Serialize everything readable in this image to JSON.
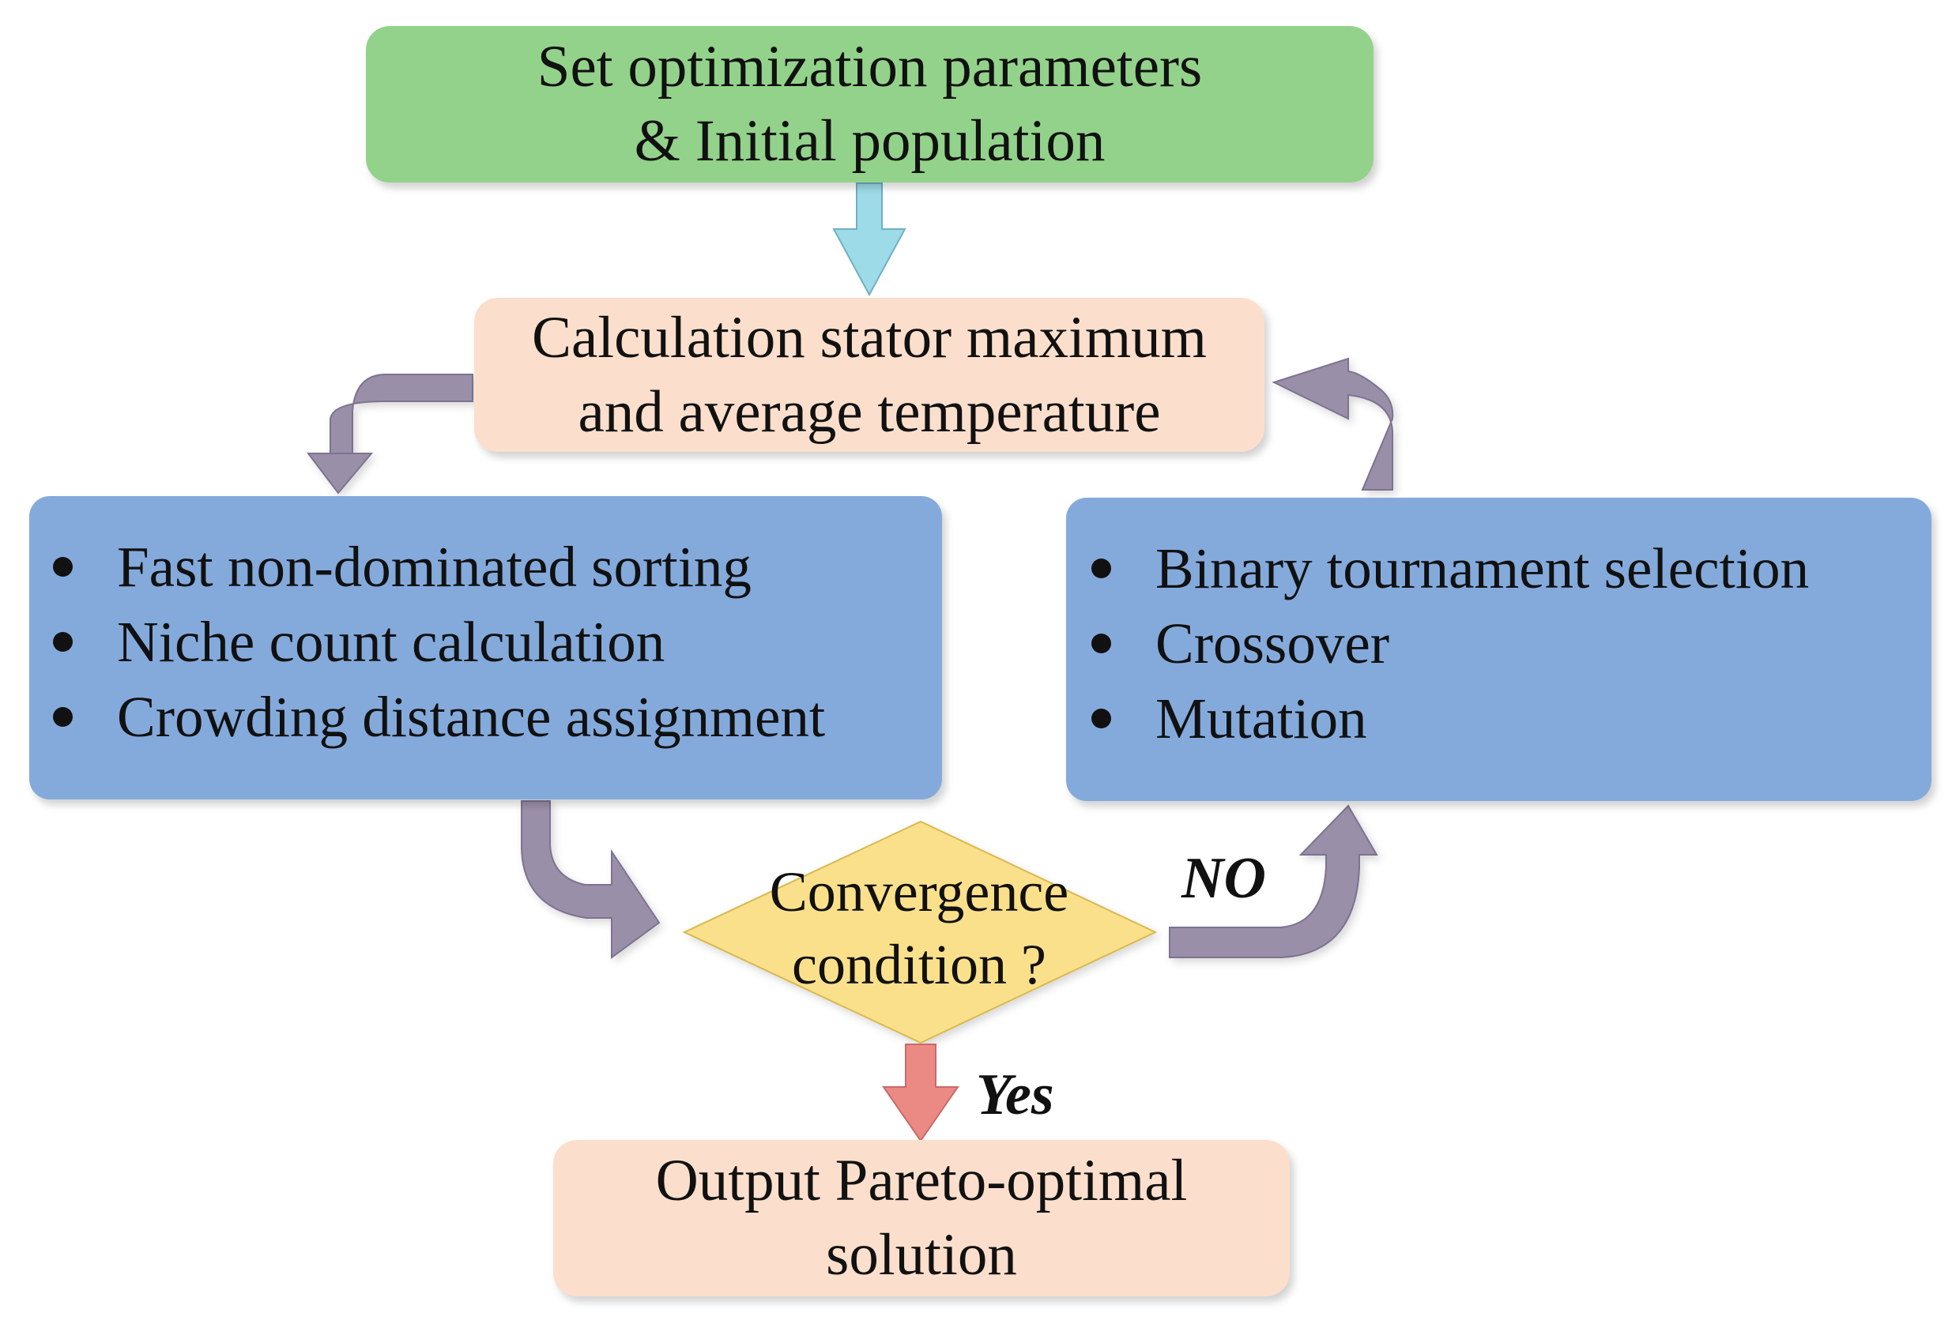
{
  "nodes": {
    "start": {
      "line1": "Set optimization parameters",
      "line2": "& Initial population",
      "color": "#93d28a"
    },
    "calculation": {
      "line1": "Calculation stator maximum",
      "line2": "and average temperature",
      "color": "#fbdfcc"
    },
    "evaluation": {
      "items": [
        "Fast non-dominated sorting",
        "Niche count calculation",
        "Crowding distance assignment"
      ],
      "color": "#84aadc"
    },
    "genetic_operators": {
      "items": [
        "Binary tournament selection",
        "Crossover",
        "Mutation"
      ],
      "color": "#84aadc"
    },
    "decision": {
      "line1": "Convergence",
      "line2": "condition ?",
      "color": "#fbe08c"
    },
    "output": {
      "line1": "Output Pareto-optimal",
      "line2": "solution",
      "color": "#fbdfcc"
    }
  },
  "edges": {
    "no_label": "NO",
    "yes_label": "Yes",
    "down_arrow_color": "#9edbe8",
    "loop_arrow_color": "#9a8fa8",
    "yes_arrow_color": "#eb8a84"
  }
}
